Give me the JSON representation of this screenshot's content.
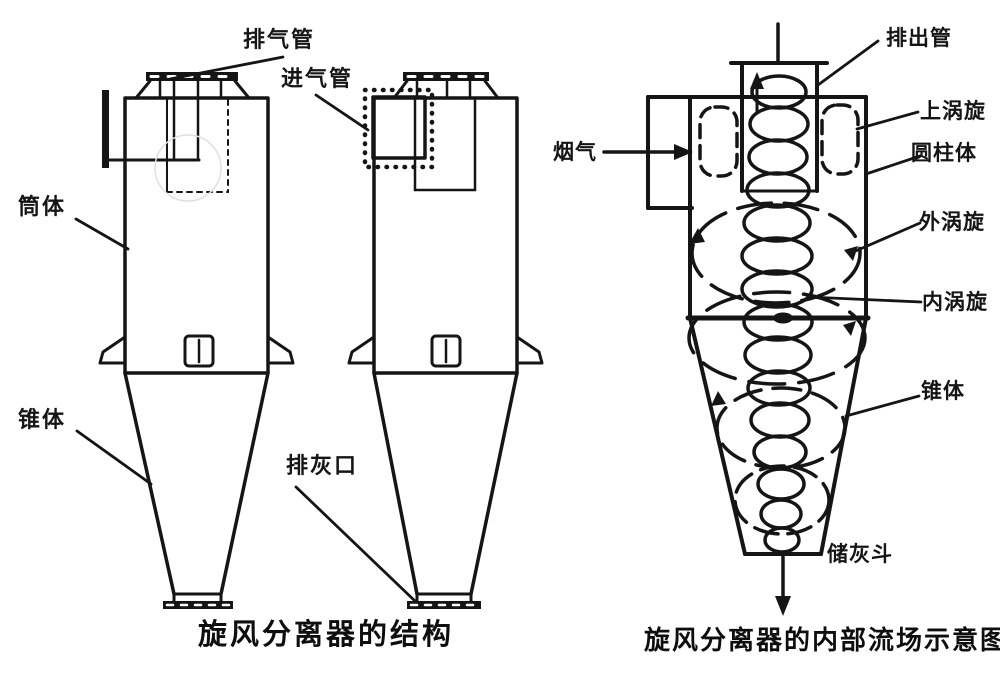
{
  "page": {
    "background": "#ffffff",
    "ink_color": "#151515"
  },
  "left_figure": {
    "caption": "旋风分离器的结构",
    "labels": {
      "exhaust_pipe": "排气管",
      "intake_pipe": "进气管",
      "cylinder_body": "筒体",
      "cone_body": "锥体",
      "ash_outlet": "排灰口"
    }
  },
  "right_figure": {
    "caption": "旋风分离器的内部流场示意图",
    "labels": {
      "discharge_pipe": "排出管",
      "upper_vortex": "上涡旋",
      "cylindrical_body": "圆柱体",
      "outer_vortex": "外涡旋",
      "inner_vortex": "内涡旋",
      "cone": "锥体",
      "ash_hopper": "储灰斗",
      "flue_gas": "烟气"
    }
  }
}
